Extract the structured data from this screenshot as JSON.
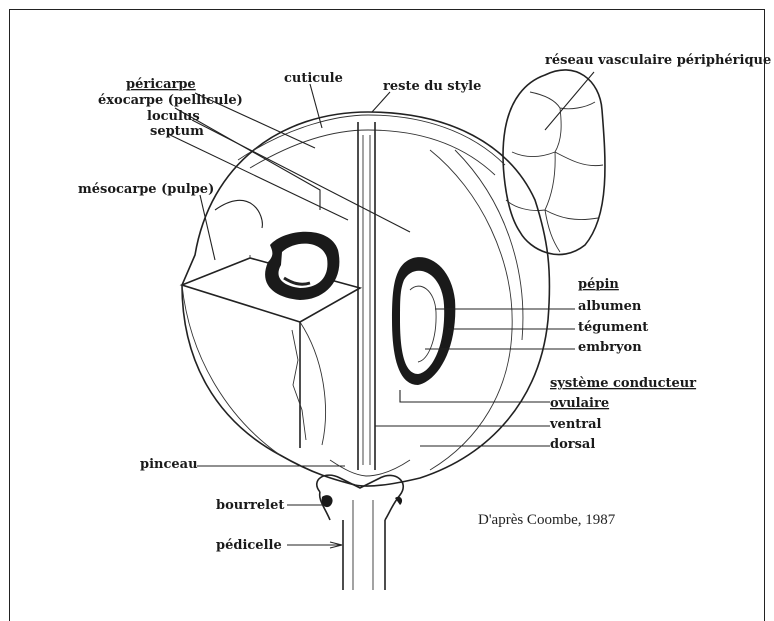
{
  "labels": {
    "pericarpe": "péricarpe",
    "exocarpe": "éxocarpe (pellicule)",
    "loculus": "loculus",
    "septum": "septum",
    "mesocarpe": "mésocarpe (pulpe)",
    "cuticule": "cuticule",
    "reste_style": "reste du style",
    "reseau": "réseau vasculaire périphérique",
    "pepin": "pépin",
    "albumen": "albumen",
    "tegument": "tégument",
    "embryon": "embryon",
    "systeme_1": "système conducteur",
    "systeme_2": "ovulaire",
    "ventral": "ventral",
    "dorsal": "dorsal",
    "pinceau": "pinceau",
    "bourrelet": "bourrelet",
    "pedicelle": "pédicelle"
  },
  "credit": "D'après Coombe, 1987"
}
